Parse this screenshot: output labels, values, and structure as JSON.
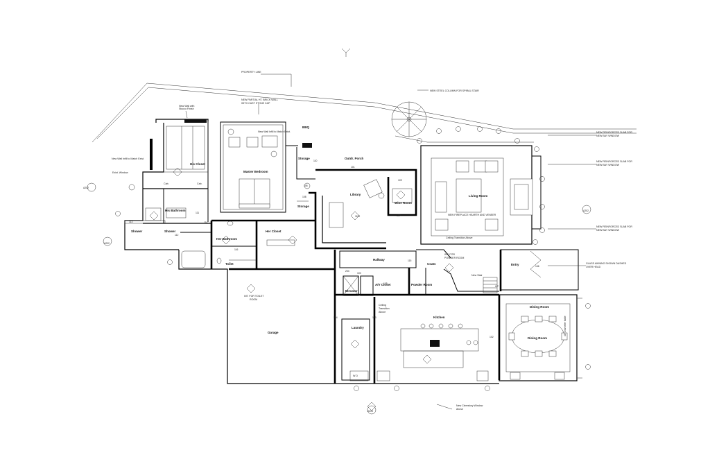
{
  "rooms": {
    "his_closet": "His Closet",
    "master_bedroom": "Master Bedroom",
    "his_bathroom": "His Bathroom",
    "shower_left": "Shower",
    "shower_right": "Shower",
    "her_bathroom": "Her Bathroom",
    "her_closet": "Her Closet",
    "toilet": "Toilet",
    "storage_top": "Storage",
    "storage_mid": "Storage",
    "bbq": "BBQ",
    "outdoor_porch": "Outdr. Porch",
    "library": "Library",
    "wine_room": "Wine Room",
    "living_room": "Living Room",
    "hallway": "Hallway",
    "coats": "Coats",
    "entry": "Entry",
    "powder_room": "Powder Room",
    "elevator": "Elevator",
    "av_closet": "A/V Closet",
    "garage": "Garage",
    "laundry": "Laundry",
    "kitchen": "Kitchen",
    "dining_room_top": "Dining Room",
    "dining_room_table": "Dining Room"
  },
  "notes": {
    "property_line": "PROPERTY LINE",
    "partial_wall_1": "NEW PARTIAL HT. BRICK WALL",
    "partial_wall_2": "WITH CAST STONE CAP",
    "steel_column": "NEW STEEL COLUMN FOR SPIRAL STAIR",
    "new_wall_stucco_1": "New Wall with",
    "new_wall_stucco_2": "Stucco Finish",
    "new_wall_infill": "New Wall Infill to Match Exist.",
    "new_wall_match": "New Wall Infill to Match Exist.",
    "exist_window": "Exist. Window",
    "slab_1a": "NEW REINFORCED SLAB FOR",
    "slab_1b": "NEW BAY WINDOW",
    "slab_2a": "NEW REINFORCED SLAB FOR",
    "slab_2b": "NEW BAY WINDOW",
    "slab_3a": "NEW REINFORCED SLAB FOR",
    "slab_3b": "NEW BAY WINDOW",
    "fireplace": "NEW FIREPLACE HEARTH AND VENEER",
    "ceiling_transition": "Ceiling Transition Above",
    "glass_awning_1": "GLASS AWNING SHOWN DASHED",
    "glass_awning_2": "OVER HEAD",
    "powder_int_1": "INT. FOR",
    "powder_int_2": "POWDER ROOM",
    "toilet_int_1": "INT. FOR TOILET",
    "toilet_int_2": "ROOM",
    "new_stair": "New Stair",
    "up": "UP",
    "ceiling_trans_k1": "Ceiling",
    "ceiling_trans_k2": "Transition",
    "ceiling_trans_k3": "Above",
    "clerestory_1": "New Clerestory Window",
    "clerestory_2": "Above",
    "cab_left": "Cab.",
    "cab_right": "Cab.",
    "wd": "W D",
    "dining_note": "48\" Diameter table"
  },
  "tags": {
    "t110": "110",
    "t101": "101",
    "t106": "106",
    "t109": "109",
    "t107": "107",
    "t108": "108",
    "t111": "111",
    "t113": "113",
    "t112": "112",
    "t114": "114",
    "t116": "116",
    "t115": "115",
    "t105": "105",
    "t104": "104",
    "t103": "103",
    "t102": "102",
    "t146": "146",
    "t204": "204",
    "t100": "100",
    "t1102": "1102",
    "a202_left": "A202",
    "a202_right": "A202",
    "a202_left_b": "A202",
    "a203": "A203"
  }
}
